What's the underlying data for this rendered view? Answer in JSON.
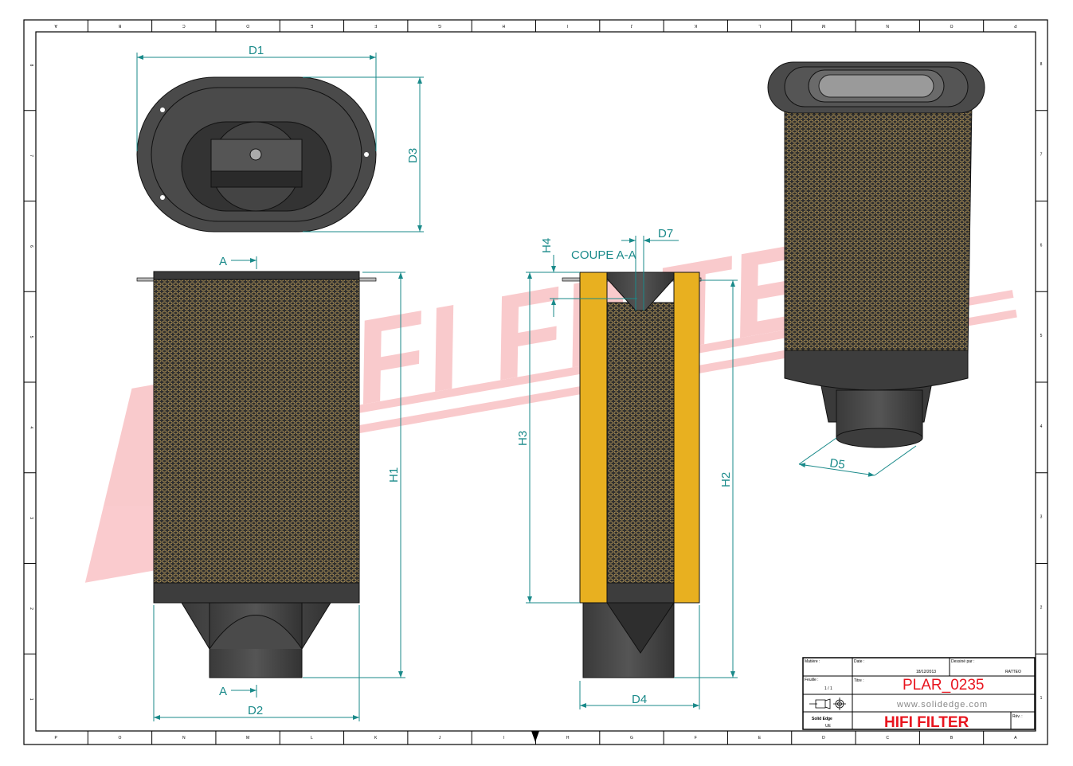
{
  "border": {
    "columns": [
      "P",
      "O",
      "N",
      "M",
      "L",
      "K",
      "J",
      "I",
      "H",
      "G",
      "F",
      "E",
      "D",
      "C",
      "B",
      "A"
    ],
    "rows": [
      "8",
      "7",
      "6",
      "5",
      "4",
      "3",
      "2",
      "1"
    ]
  },
  "watermark": "HIFI FILTER",
  "dimensions": {
    "d1": "D1",
    "d2": "D2",
    "d3": "D3",
    "d4": "D4",
    "d5": "D5",
    "d7": "D7",
    "h1": "H1",
    "h2": "H2",
    "h3": "H3",
    "h4": "H4"
  },
  "section": {
    "label": "COUPE A-A",
    "marker_top": "A",
    "marker_bottom": "A"
  },
  "title_block": {
    "material_label": "Matière :",
    "date_label": "Date :",
    "date": "18/12/2013",
    "drawn_by_label": "Dessiné par :",
    "drawn_by": "RATTEO",
    "sheet_label": "Feuille :",
    "sheet": "1 / 1",
    "title_label": "Titre :",
    "title": "PLAR_0235",
    "website": "www.solidedge.com",
    "software": "Solid Edge",
    "software_sub": "UE",
    "company": "HIFI FILTER",
    "rev_label": "Rév. :"
  },
  "colors": {
    "dimension": "#1a8a8a",
    "title_red": "#e8141e",
    "filter_body": "#4a4a4a",
    "section_yellow": "#e8b020"
  }
}
